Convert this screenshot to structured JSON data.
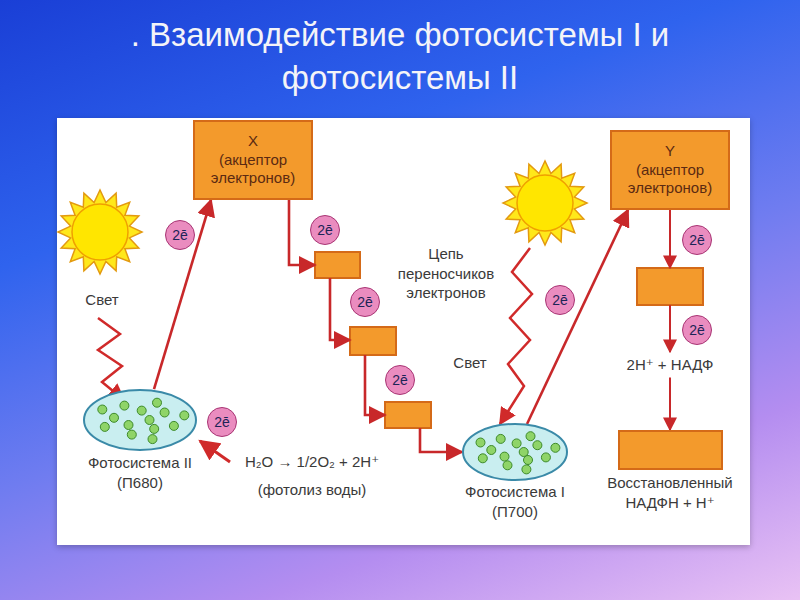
{
  "diagram": {
    "title": ". Взаимодействие фотосистемы I и фотосистемы II",
    "nodes": [
      {
        "text": [
          "Фотосистема II",
          "(П680)"
        ]
      },
      {
        "text": [
          "X",
          "(акцептор электронов)"
        ]
      },
      {
        "text": [
          "Фотосистема I",
          "(П700)"
        ]
      },
      {
        "text": [
          "Y",
          "(акцептор электронов)"
        ]
      },
      {
        "text": [
          "Восстановленный НАДФН + Н⁺"
        ]
      },
      {
        "text": [
          "2ē"
        ]
      },
      {
        "text": [
          "2ē"
        ]
      },
      {
        "text": [
          "2ē"
        ]
      },
      {
        "text": [
          "2ē"
        ]
      },
      {
        "text": [
          "2ē"
        ]
      },
      {
        "text": [
          "2ē"
        ]
      },
      {
        "text": [
          "2ē"
        ]
      },
      {
        "text": [
          "2ē"
        ]
      }
    ],
    "edges": [
      {
        "from": 0,
        "to": 1,
        "arrow": "to"
      },
      {
        "from": 1,
        "to": 2,
        "arrow": "to"
      },
      {
        "from": 2,
        "to": 3,
        "arrow": "to"
      },
      {
        "from": 3,
        "to": 4,
        "arrow": "to"
      }
    ],
    "labels": [
      "Свет",
      "Цепь переносчиков электронов",
      "Свет",
      "H₂O → 1/2O₂ + 2H⁺",
      "(фотолиз воды)",
      "2H⁺ + НАДФ"
    ]
  }
}
